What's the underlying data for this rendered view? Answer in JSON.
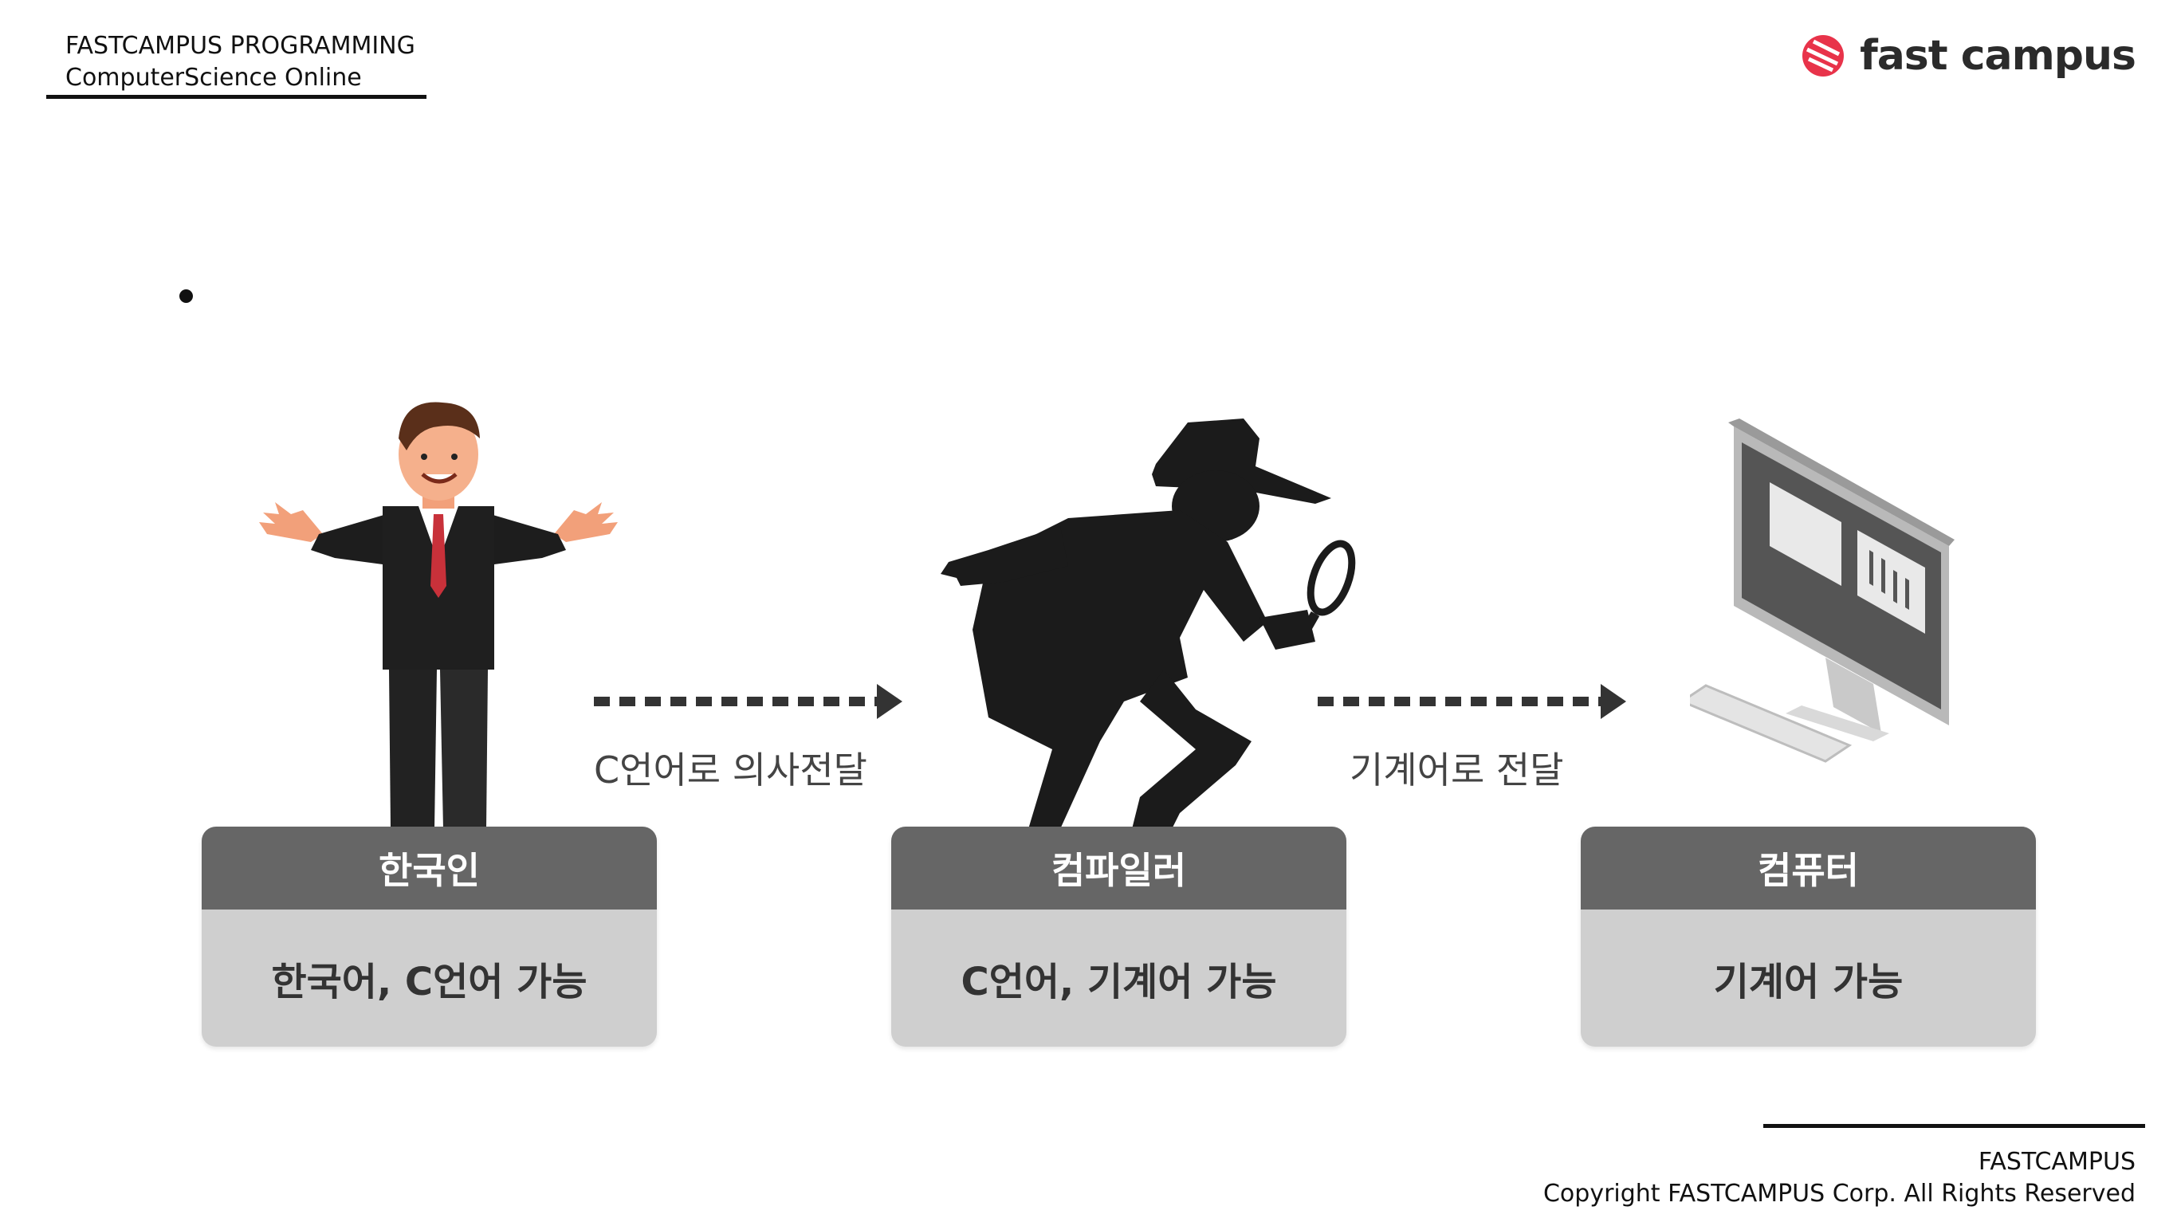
{
  "header": {
    "line1": "FASTCAMPUS PROGRAMMING",
    "line2": "ComputerScience Online"
  },
  "logo": {
    "text": "fast campus",
    "icon": "fastcampus-logo-icon",
    "brand_color": "#e8334a"
  },
  "diagram": {
    "arrows": [
      {
        "label": "C언어로 의사전달"
      },
      {
        "label": "기계어로 전달"
      }
    ],
    "boxes": [
      {
        "title": "한국인",
        "desc": "한국어, C언어 가능",
        "figure": "businessman-illustration"
      },
      {
        "title": "컴파일러",
        "desc": "C언어, 기계어 가능",
        "figure": "detective-silhouette"
      },
      {
        "title": "컴퓨터",
        "desc": "기계어 가능",
        "figure": "desktop-computer-illustration"
      }
    ],
    "colors": {
      "box_header": "#666666",
      "box_body": "#cfcfcf",
      "arrow": "#333333"
    }
  },
  "footer": {
    "line1": "FASTCAMPUS",
    "line2": "Copyright FASTCAMPUS Corp. All Rights Reserved"
  }
}
